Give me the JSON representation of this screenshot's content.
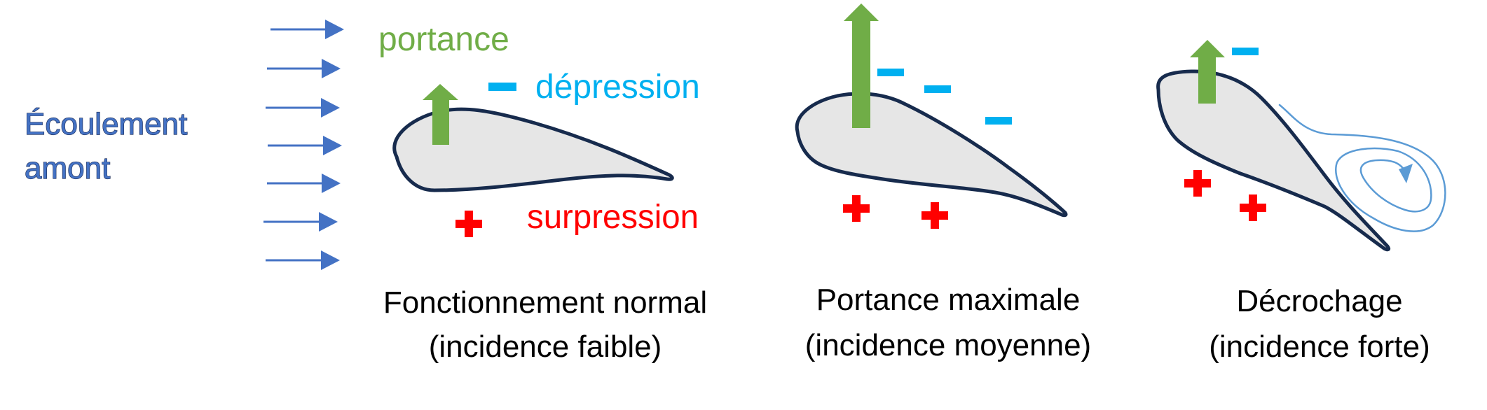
{
  "upstream_flow": {
    "label_line1": "Écoulement",
    "label_line2": "amont",
    "arrow_count": 7,
    "icon": "right-arrow-icon"
  },
  "legend": {
    "lift": "portance",
    "depression": "dépression",
    "overpressure": "surpression",
    "depression_symbol": "−",
    "overpressure_symbol": "+"
  },
  "panels": [
    {
      "title": "Fonctionnement normal",
      "subtitle": "(incidence faible)",
      "minus_count": 1,
      "plus_count": 1,
      "vortex": false
    },
    {
      "title": "Portance maximale",
      "subtitle": "(incidence moyenne)",
      "minus_count": 3,
      "plus_count": 2,
      "vortex": false
    },
    {
      "title": "Décrochage",
      "subtitle": "(incidence forte)",
      "minus_count": 1,
      "plus_count": 2,
      "vortex": true
    }
  ],
  "colors": {
    "flow": "#4472C4",
    "lift": "#70AD47",
    "depression": "#00B0F0",
    "overpressure": "#FF0000",
    "airfoil_fill": "#E6E6E6",
    "airfoil_stroke": "#172B4D",
    "vortex": "#5B9BD5",
    "caption": "#000000"
  }
}
